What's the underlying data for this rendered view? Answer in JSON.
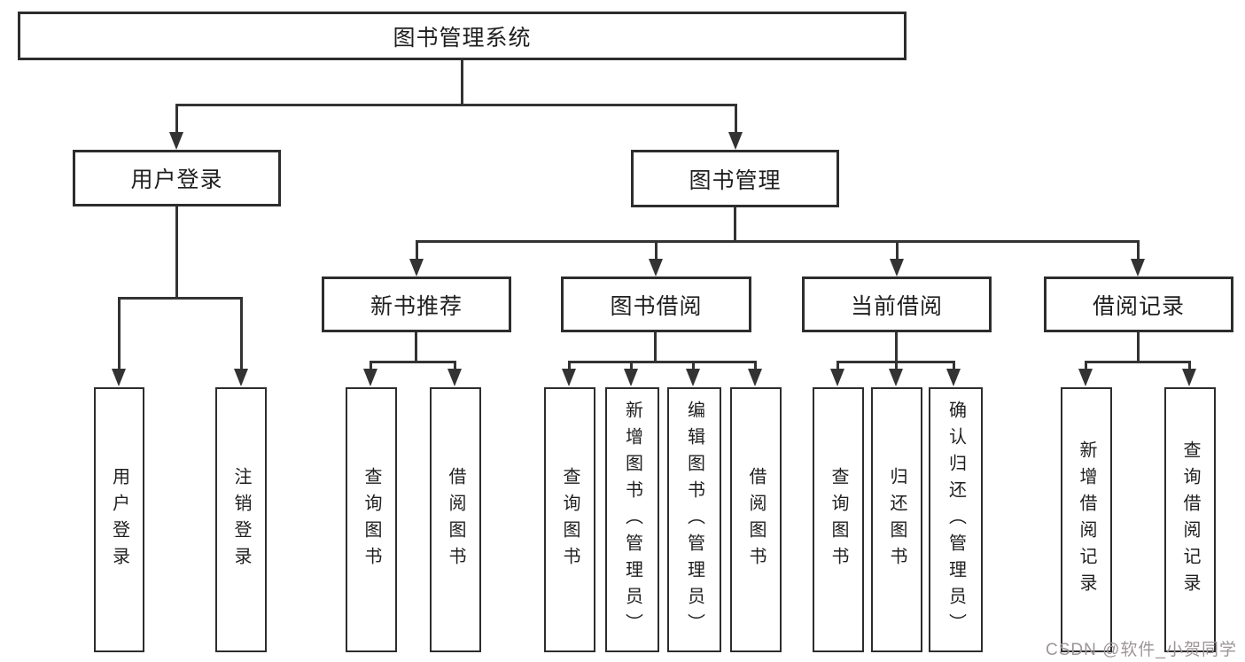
{
  "colors": {
    "line": "#333333",
    "border": "#2d2d2d",
    "text": "#1f1f1f",
    "watermark": "#9d9597",
    "bg": "#ffffff"
  },
  "watermark": {
    "text": "CSDN @软件_小贺同学"
  },
  "tree": {
    "root": {
      "label": "图书管理系统"
    },
    "level2": [
      {
        "label": "用户登录",
        "leaves": [
          {
            "label": "用户登录"
          },
          {
            "label": "注销登录"
          }
        ]
      },
      {
        "label": "图书管理",
        "children": [
          {
            "label": "新书推荐",
            "leaves": [
              {
                "label": "查询图书"
              },
              {
                "label": "借阅图书"
              }
            ]
          },
          {
            "label": "图书借阅",
            "leaves": [
              {
                "label": "查询图书"
              },
              {
                "label": "新增图书（管理员）"
              },
              {
                "label": "编辑图书（管理员）"
              },
              {
                "label": "借阅图书"
              }
            ]
          },
          {
            "label": "当前借阅",
            "leaves": [
              {
                "label": "查询图书"
              },
              {
                "label": "归还图书"
              },
              {
                "label": "确认归还（管理员）"
              }
            ]
          },
          {
            "label": "借阅记录",
            "leaves": [
              {
                "label": "新增借阅记录"
              },
              {
                "label": "查询借阅记录"
              }
            ]
          }
        ]
      }
    ]
  }
}
